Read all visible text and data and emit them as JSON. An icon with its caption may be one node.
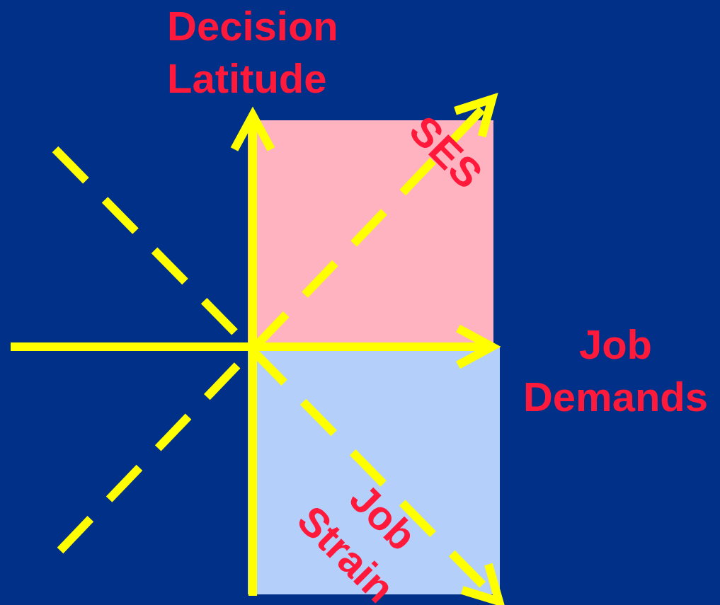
{
  "diagram": {
    "labels": [
      "Decision Latitude",
      "SES",
      "Job Demands",
      "Job Strain"
    ]
  }
}
